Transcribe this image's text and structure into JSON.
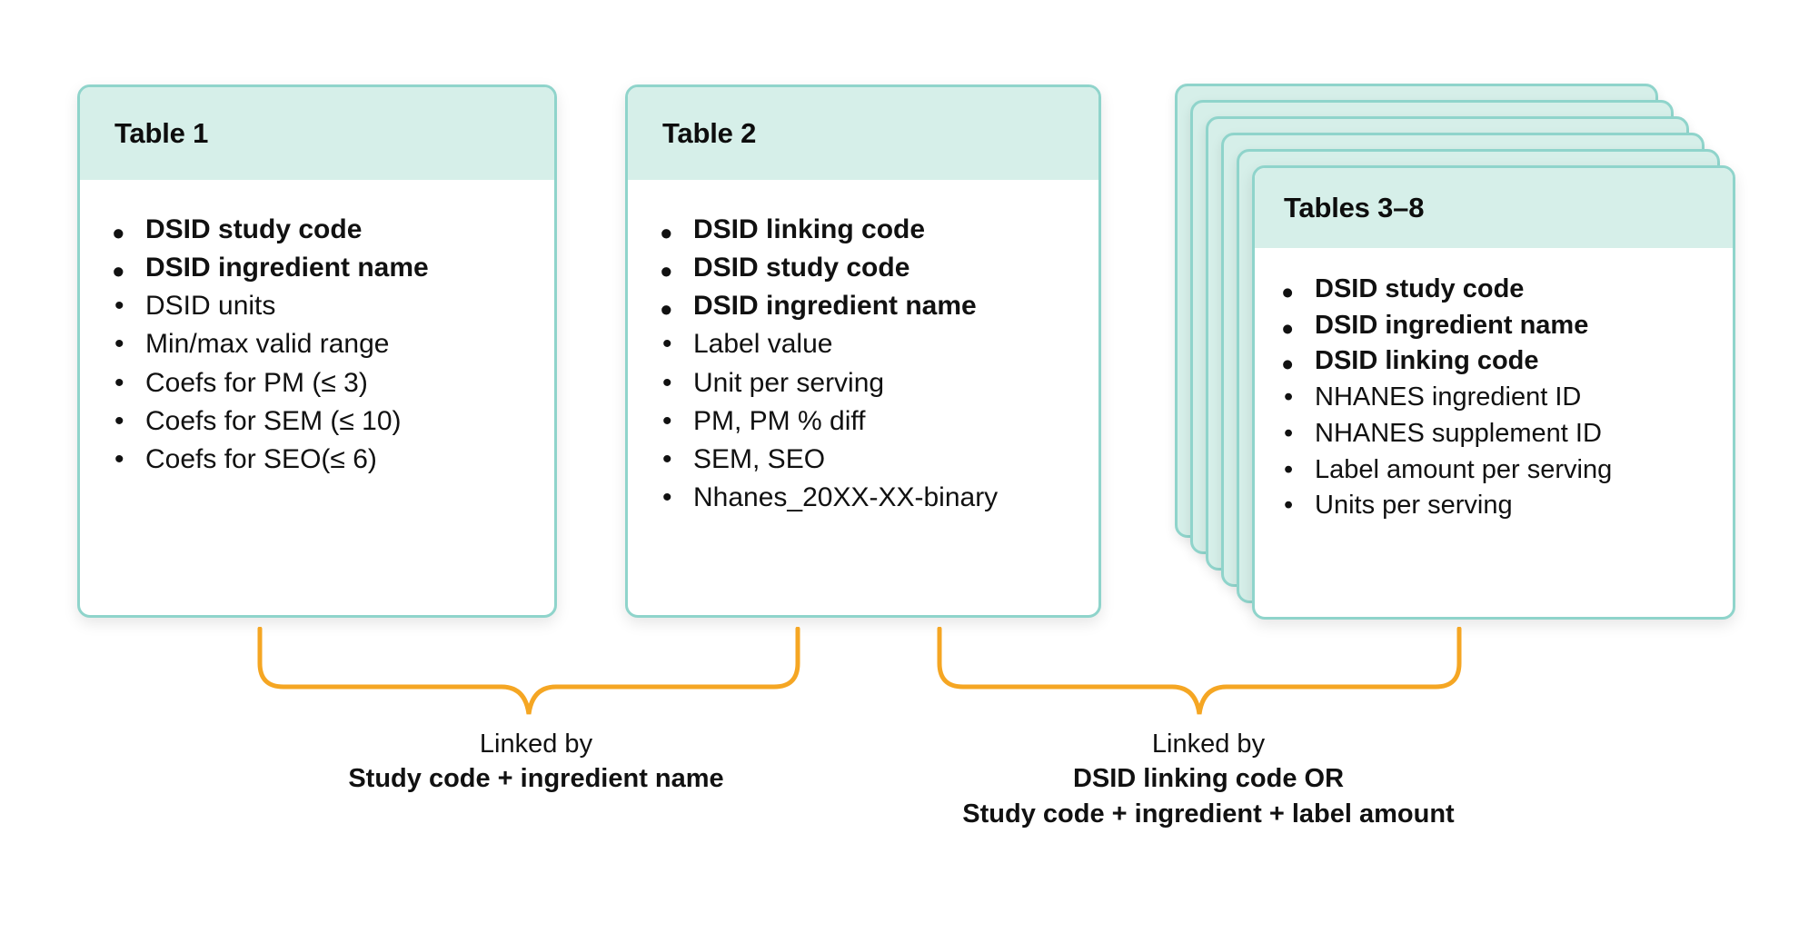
{
  "diagram": {
    "accent_border_color": "#8fd4cb",
    "header_fill_color": "#d6efe9",
    "brace_color": "#f5a623",
    "background_color": "#ffffff",
    "cards": [
      {
        "id": "table-1",
        "title": "Table 1",
        "fields": [
          {
            "text": "DSID study code",
            "key": true
          },
          {
            "text": "DSID ingredient name",
            "key": true
          },
          {
            "text": "DSID units",
            "key": false
          },
          {
            "text": "Min/max valid range",
            "key": false
          },
          {
            "text": "Coefs for PM (≤ 3)",
            "key": false
          },
          {
            "text": "Coefs for SEM (≤ 10)",
            "key": false
          },
          {
            "text": "Coefs for SEO(≤ 6)",
            "key": false
          }
        ]
      },
      {
        "id": "table-2",
        "title": "Table 2",
        "fields": [
          {
            "text": "DSID linking code",
            "key": true
          },
          {
            "text": "DSID study code",
            "key": true
          },
          {
            "text": "DSID ingredient name",
            "key": true
          },
          {
            "text": "Label value",
            "key": false
          },
          {
            "text": "Unit per serving",
            "key": false
          },
          {
            "text": "PM, PM % diff",
            "key": false
          },
          {
            "text": "SEM, SEO",
            "key": false
          },
          {
            "text": "Nhanes_20XX-XX-binary",
            "key": false
          }
        ]
      },
      {
        "id": "tables-3-8",
        "title": "Tables 3–8",
        "stack_count": 6,
        "fields": [
          {
            "text": "DSID study code",
            "key": true
          },
          {
            "text": "DSID ingredient name",
            "key": true
          },
          {
            "text": "DSID linking code",
            "key": true
          },
          {
            "text": "NHANES ingredient ID",
            "key": false
          },
          {
            "text": "NHANES supplement ID",
            "key": false
          },
          {
            "text": "Label amount per serving",
            "key": false
          },
          {
            "text": "Units per serving",
            "key": false
          }
        ]
      }
    ],
    "links": [
      {
        "id": "link-left",
        "lead": "Linked by",
        "keys": [
          "Study code + ingredient name"
        ]
      },
      {
        "id": "link-right",
        "lead": "Linked by",
        "keys": [
          "DSID linking code OR",
          "Study code + ingredient + label amount"
        ]
      }
    ]
  }
}
